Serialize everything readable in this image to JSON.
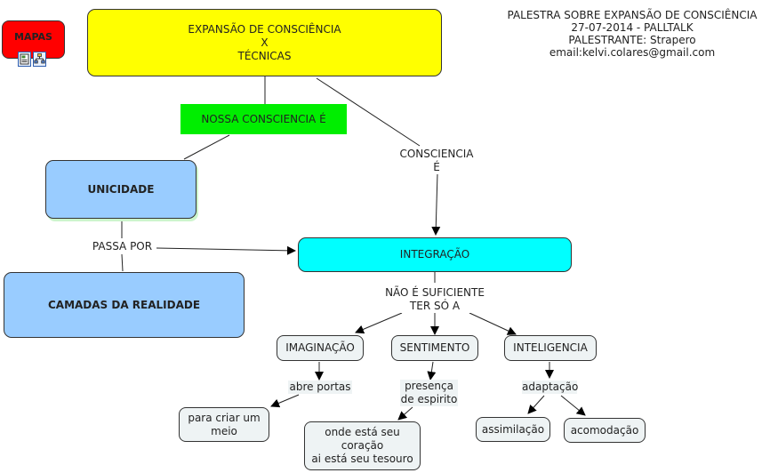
{
  "header": {
    "info_text": "PALESTRA SOBRE EXPANSÃO DE CONSCIÊNCIA\n27-07-2014 - PALLTALK\nPALESTRANTE: Strapero\nemail:kelvi.colares@gmail.com"
  },
  "mapas": {
    "label": "MAPAS",
    "icons": [
      "document-icon",
      "hierarchy-icon"
    ],
    "color": "#ff0000"
  },
  "nodes": {
    "root": {
      "text": "EXPANSÃO DE CONSCIÊNCIA\nX\nTÉCNICAS",
      "color": "#ffff00"
    },
    "nossa": {
      "text": "NOSSA CONSCIENCIA É",
      "color": "#00ee00"
    },
    "unicidade": {
      "text": "UNICIDADE",
      "color": "#99ccff"
    },
    "camadas": {
      "text": "CAMADAS DA REALIDADE",
      "color": "#99ccff"
    },
    "integracao": {
      "text": "INTEGRAÇÃO",
      "color": "#00ffff"
    },
    "imaginacao": {
      "text": "IMAGINAÇÃO"
    },
    "sentimento": {
      "text": "SENTIMENTO"
    },
    "inteligencia": {
      "text": "INTELIGENCIA"
    },
    "criar_meio": {
      "text": "para criar um\nmeio"
    },
    "coracao": {
      "text": "onde está seu\ncoração\nai está seu tesouro"
    },
    "assimilacao": {
      "text": "assimilação"
    },
    "acomodacao": {
      "text": "acomodação"
    }
  },
  "link_labels": {
    "consciencia_e": "CONSCIENCIA\nÉ",
    "passa_por": "PASSA POR",
    "nao_suficiente": "NÃO É SUFICIENTE\nTER SÓ A",
    "abre_portas": "abre portas",
    "presenca": "presença\nde espirito",
    "adaptacao": "adaptação"
  }
}
